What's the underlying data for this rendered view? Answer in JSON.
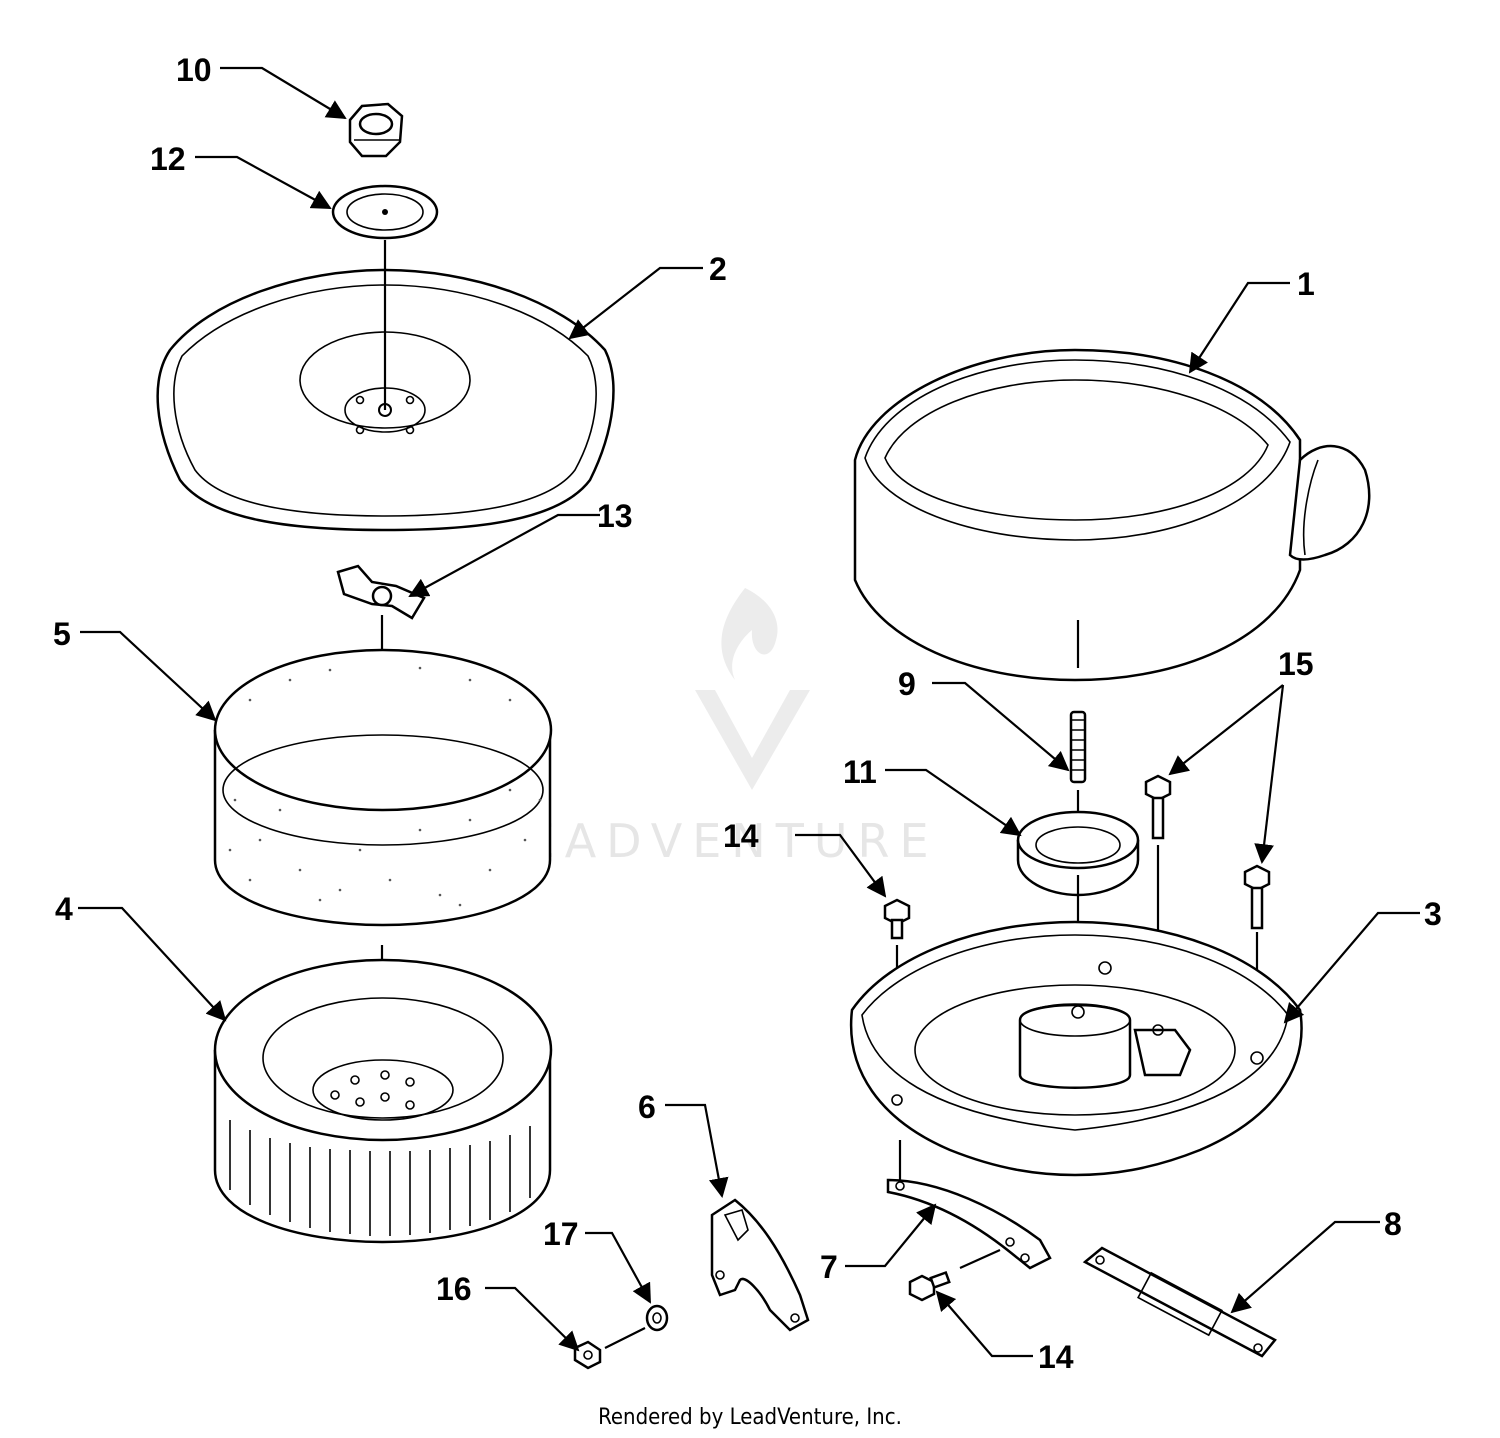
{
  "callouts": [
    "1",
    "2",
    "3",
    "4",
    "5",
    "6",
    "7",
    "8",
    "9",
    "10",
    "11",
    "12",
    "13",
    "14",
    "14",
    "15",
    "16",
    "17"
  ],
  "watermark": "LEADVENTURE",
  "footer": "Rendered by LeadVenture, Inc."
}
